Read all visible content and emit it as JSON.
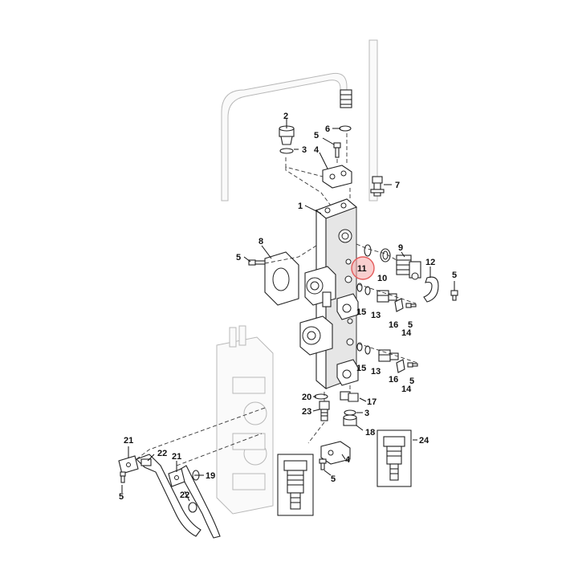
{
  "callouts": {
    "c1": "1",
    "c2": "2",
    "c3a": "3",
    "c3b": "3",
    "c4a": "4",
    "c4b": "4",
    "c5a": "5",
    "c5b": "5",
    "c5c": "5",
    "c5d": "5",
    "c5e": "5",
    "c5f": "5",
    "c5g": "5",
    "c6": "6",
    "c7": "7",
    "c8": "8",
    "c9": "9",
    "c10": "10",
    "c11": "11",
    "c12": "12",
    "c13a": "13",
    "c13b": "13",
    "c14a": "14",
    "c14b": "14",
    "c15a": "15",
    "c15b": "15",
    "c16a": "16",
    "c16b": "16",
    "c17": "17",
    "c18": "18",
    "c19": "19",
    "c20": "20",
    "c21a": "21",
    "c21b": "21",
    "c22a": "22",
    "c22b": "22",
    "c23": "23",
    "c24": "24"
  },
  "highlight": {
    "callout": "11",
    "color": "#f4a7a7"
  }
}
